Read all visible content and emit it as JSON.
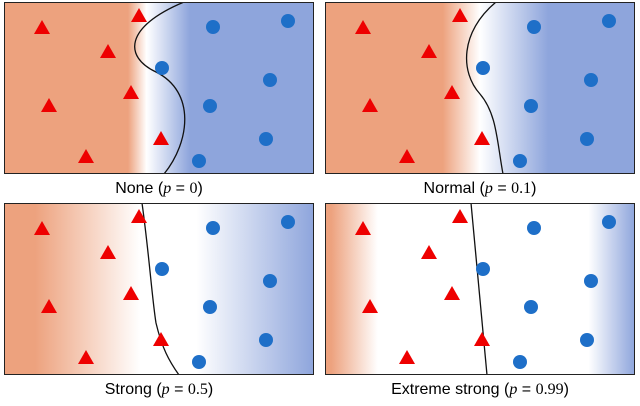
{
  "colors": {
    "class_a": "#ee0000",
    "class_b": "#1e6fc8",
    "region_a": "#eda27e",
    "region_b": "#8ea5dc",
    "neutral": "#ffffff",
    "boundary": "#111111"
  },
  "panels": [
    {
      "caption": {
        "label": "None",
        "p_value": "0"
      },
      "regularization_p": 0,
      "triangles": [
        [
          38,
          26
        ],
        [
          135,
          14
        ],
        [
          104,
          50
        ],
        [
          45,
          104
        ],
        [
          127,
          91
        ],
        [
          157,
          137
        ],
        [
          82,
          155
        ]
      ],
      "circles": [
        [
          209,
          25
        ],
        [
          284,
          19
        ],
        [
          158,
          66
        ],
        [
          266,
          78
        ],
        [
          206,
          104
        ],
        [
          262,
          137
        ],
        [
          195,
          159
        ]
      ]
    },
    {
      "caption": {
        "label": "Normal",
        "p_value": "0.1"
      },
      "regularization_p": 0.1,
      "triangles": [
        [
          38,
          26
        ],
        [
          135,
          14
        ],
        [
          104,
          50
        ],
        [
          45,
          104
        ],
        [
          127,
          91
        ],
        [
          157,
          137
        ],
        [
          82,
          155
        ]
      ],
      "circles": [
        [
          209,
          25
        ],
        [
          284,
          19
        ],
        [
          158,
          66
        ],
        [
          266,
          78
        ],
        [
          206,
          104
        ],
        [
          262,
          137
        ],
        [
          195,
          159
        ]
      ]
    },
    {
      "caption": {
        "label": "Strong",
        "p_value": "0.5"
      },
      "regularization_p": 0.5,
      "triangles": [
        [
          38,
          26
        ],
        [
          135,
          14
        ],
        [
          104,
          50
        ],
        [
          45,
          104
        ],
        [
          127,
          91
        ],
        [
          157,
          137
        ],
        [
          82,
          155
        ]
      ],
      "circles": [
        [
          209,
          25
        ],
        [
          284,
          19
        ],
        [
          158,
          66
        ],
        [
          266,
          78
        ],
        [
          206,
          104
        ],
        [
          262,
          137
        ],
        [
          195,
          159
        ]
      ]
    },
    {
      "caption": {
        "label": "Extreme strong",
        "p_value": "0.99"
      },
      "regularization_p": 0.99,
      "triangles": [
        [
          38,
          26
        ],
        [
          135,
          14
        ],
        [
          104,
          50
        ],
        [
          45,
          104
        ],
        [
          127,
          91
        ],
        [
          157,
          137
        ],
        [
          82,
          155
        ]
      ],
      "circles": [
        [
          209,
          25
        ],
        [
          284,
          19
        ],
        [
          158,
          66
        ],
        [
          266,
          78
        ],
        [
          206,
          104
        ],
        [
          262,
          137
        ],
        [
          195,
          159
        ]
      ]
    }
  ]
}
